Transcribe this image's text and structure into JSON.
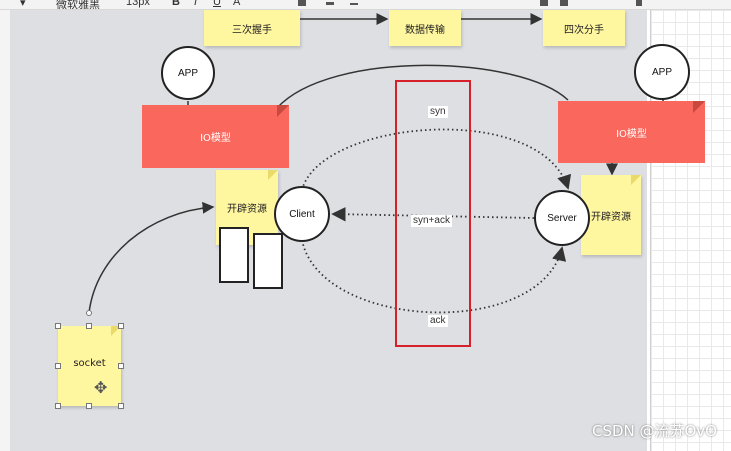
{
  "toolbar": {
    "font_name": "微软雅黑",
    "font_size": "13px",
    "icons": [
      "bold-icon",
      "italic-icon",
      "underline-icon",
      "font-color-icon",
      "fill-icon",
      "line-color-icon",
      "line-style-icon",
      "arrange-icon",
      "link-icon"
    ]
  },
  "diagram": {
    "top_stickies": [
      "三次握手",
      "数据传输",
      "四次分手"
    ],
    "client_app": "APP",
    "server_app": "APP",
    "client_io": "IO模型",
    "server_io": "IO模型",
    "client_resource": "开辟资源",
    "server_resource": "开辟资源",
    "client_node": "Client",
    "server_node": "Server",
    "socket": "socket",
    "arrows": {
      "syn": "syn",
      "synack": "syn+ack",
      "ack": "ack"
    }
  },
  "colors": {
    "sticky": "#fff6a0",
    "io_box": "#fa675c",
    "highlight": "#d6202a",
    "canvas": "#dedfe2"
  },
  "watermark": "CSDN @流苏OvO"
}
